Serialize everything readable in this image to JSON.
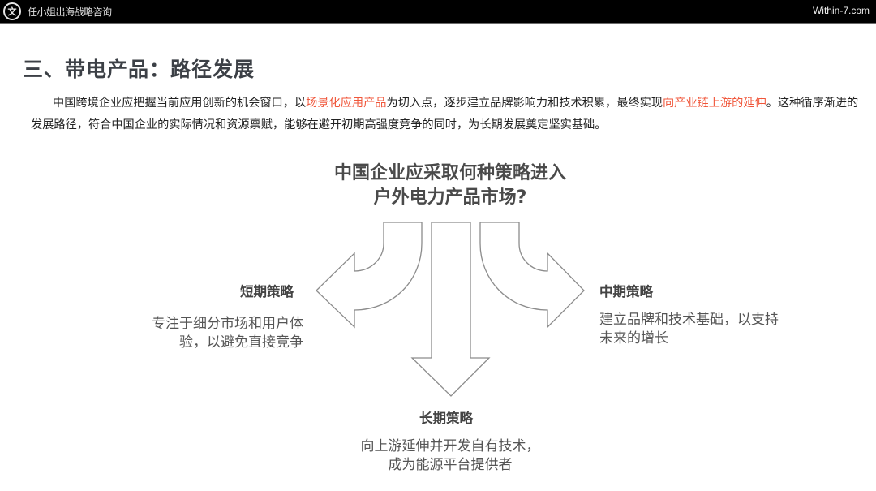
{
  "header": {
    "logo_glyph": "文",
    "brand_text": "任小姐出海战略咨询",
    "site": "Within-7.com"
  },
  "page": {
    "title": "三、带电产品：路径发展",
    "intro": {
      "part1": "中国跨境企业应把握当前应用创新的机会窗口，以",
      "highlight1": "场景化应用产品",
      "part2": "为切入点，逐步建立品牌影响力和技术积累，最终实现",
      "highlight2": "向产业链上游的延伸",
      "part3": "。这种循序渐进的发展路径，符合中国企业的实际情况和资源禀赋，能够在避开初期高强度竞争的同时，为长期发展奠定坚实基础。"
    },
    "highlight_color": "#f0563a"
  },
  "diagram": {
    "question_line1": "中国企业应采取何种策略进入",
    "question_line2": "户外电力产品市场?",
    "branches": [
      {
        "label": "短期策略",
        "desc_line1": "专注于细分市场和用户体",
        "desc_line2": "验，以避免直接竞争",
        "direction": "left"
      },
      {
        "label": "中期策略",
        "desc_line1": "建立品牌和技术基础，以支持",
        "desc_line2": "未来的增长",
        "direction": "right"
      },
      {
        "label": "长期策略",
        "desc_line1": "向上游延伸并开发自有技术，",
        "desc_line2": "成为能源平台提供者",
        "direction": "down"
      }
    ]
  }
}
